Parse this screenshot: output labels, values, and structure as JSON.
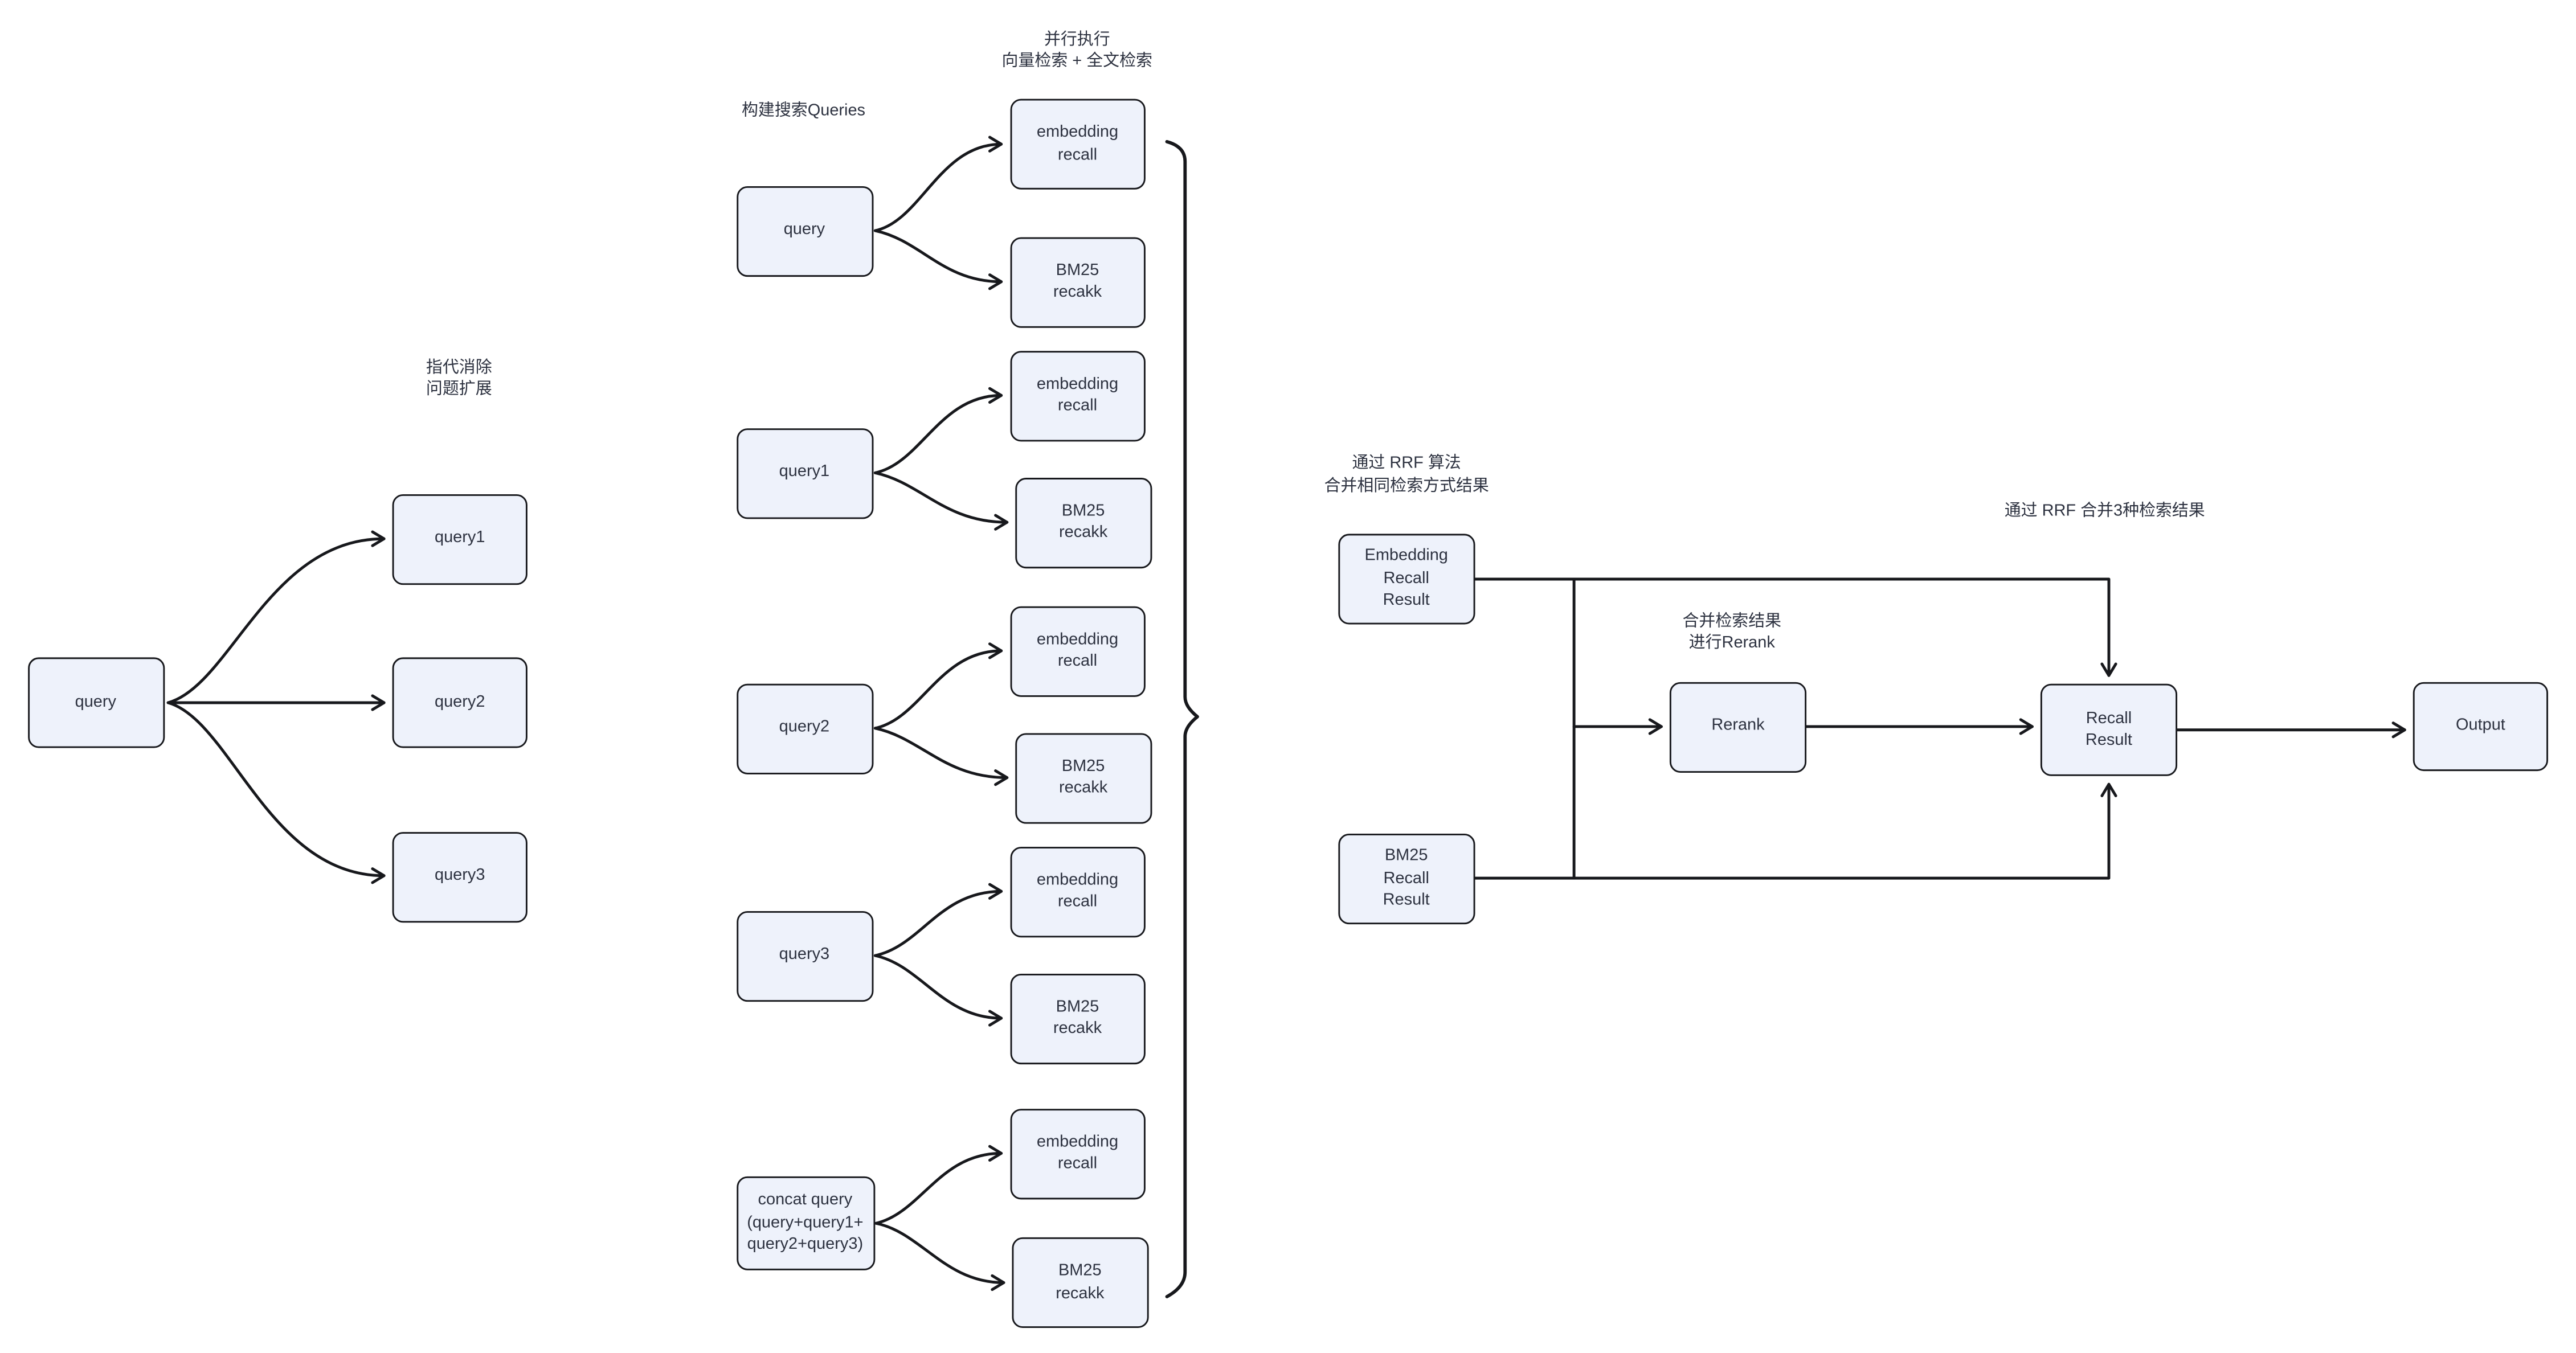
{
  "canvas": {
    "background": "#ffffff",
    "node_fill": "#eef2fb",
    "stroke_color": "#17181c",
    "text_color": "#2d3240"
  },
  "annotations": {
    "coref_expand": {
      "text": "指代消除\n问题扩展"
    },
    "build_queries": {
      "text": "构建搜索Queries"
    },
    "parallel_exec": {
      "text": "并行执行\n向量检索 + 全文检索"
    },
    "rrf_merge_same": {
      "text": "通过 RRF 算法\n合并相同检索方式结果"
    },
    "merge_rerank": {
      "text": "合并检索结果\n进行Rerank"
    },
    "rrf_merge_three": {
      "text": "通过 RRF 合并3种检索结果"
    }
  },
  "nodes": {
    "query_left": {
      "label": "query"
    },
    "query1_left": {
      "label": "query1"
    },
    "query2_left": {
      "label": "query2"
    },
    "query3_left": {
      "label": "query3"
    },
    "query_mid": {
      "label": "query"
    },
    "query1_mid": {
      "label": "query1"
    },
    "query2_mid": {
      "label": "query2"
    },
    "query3_mid": {
      "label": "query3"
    },
    "concat_query": {
      "label": "concat query\n(query+query1+\nquery2+query3)"
    },
    "embedding_recall_1": {
      "label": "embedding\nrecall"
    },
    "bm25_recall_1": {
      "label": "BM25\nrecakk"
    },
    "embedding_recall_2": {
      "label": "embedding\nrecall"
    },
    "bm25_recall_2": {
      "label": "BM25\nrecakk"
    },
    "embedding_recall_3": {
      "label": "embedding\nrecall"
    },
    "bm25_recall_3": {
      "label": "BM25\nrecakk"
    },
    "embedding_recall_4": {
      "label": "embedding\nrecall"
    },
    "bm25_recall_4": {
      "label": "BM25\nrecakk"
    },
    "embedding_recall_5": {
      "label": "embedding\nrecall"
    },
    "bm25_recall_5": {
      "label": "BM25\nrecakk"
    },
    "embedding_recall_result": {
      "label": "Embedding\nRecall\nResult"
    },
    "bm25_recall_result": {
      "label": "BM25\nRecall\nResult"
    },
    "rerank": {
      "label": "Rerank"
    },
    "recall_result": {
      "label": "Recall\nResult"
    },
    "output": {
      "label": "Output"
    }
  }
}
